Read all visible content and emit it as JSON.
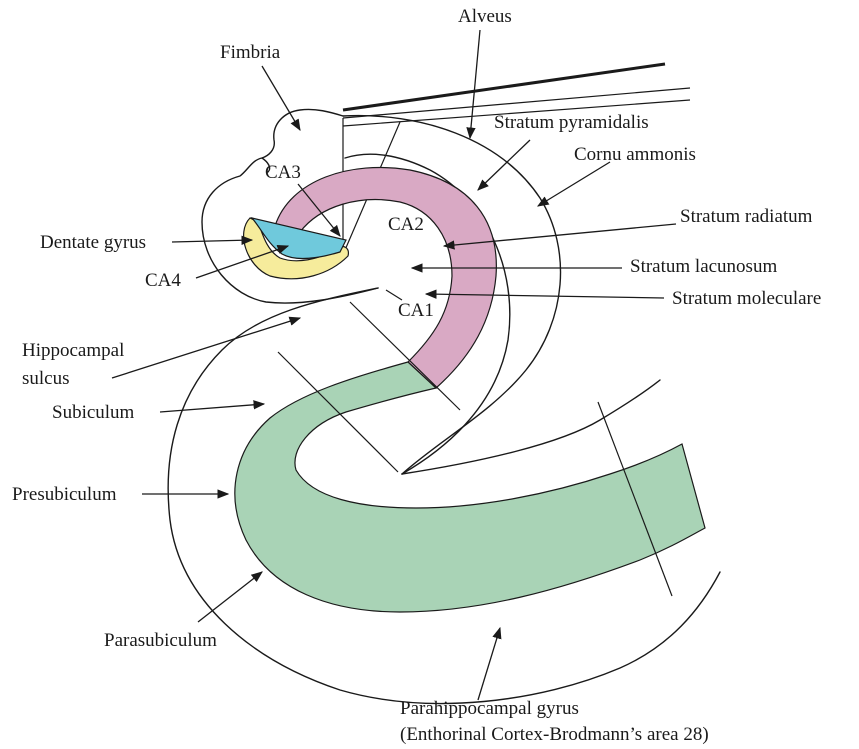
{
  "diagram": {
    "colors": {
      "ca_band": "#d9a9c4",
      "subiculum_band": "#a9d3b6",
      "dentate": "#f6ec9c",
      "ca4": "#6fc9dc",
      "line": "#1a1a1a"
    },
    "labels": {
      "alveus": "Alveus",
      "fimbria": "Fimbria",
      "stratum_pyramidalis": "Stratum pyramidalis",
      "cornu_ammonis": "Cornu ammonis",
      "ca3": "CA3",
      "ca2": "CA2",
      "ca1": "CA1",
      "ca4": "CA4",
      "stratum_radiatum": "Stratum radiatum",
      "dentate_gyrus": "Dentate gyrus",
      "stratum_lacunosum": "Stratum lacunosum",
      "stratum_moleculare": "Stratum moleculare",
      "hippocampal_sulcus_1": "Hippocampal",
      "hippocampal_sulcus_2": "sulcus",
      "subiculum": "Subiculum",
      "presubiculum": "Presubiculum",
      "parasubiculum": "Parasubiculum",
      "parahippocampal_1": "Parahippocampal gyrus",
      "parahippocampal_2": "(Enthorinal Cortex-Brodmann’s area 28)"
    }
  }
}
